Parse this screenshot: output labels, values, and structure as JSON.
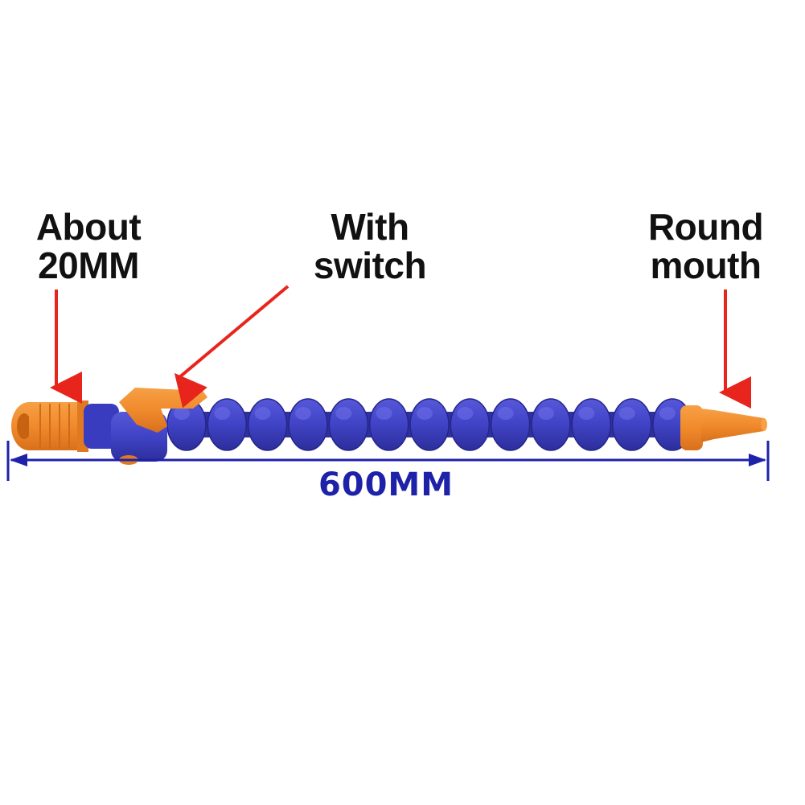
{
  "annotations": {
    "size": {
      "line1": "About",
      "line2": "20MM"
    },
    "switch": {
      "line1": "With",
      "line2": "switch"
    },
    "mouth": {
      "line1": "Round",
      "line2": "mouth"
    }
  },
  "dimension": {
    "label": "600MM"
  },
  "colors": {
    "hose_blue": "#3e3fc4",
    "hose_highlight": "#6d70e8",
    "fitting_orange": "#f08a2c",
    "arrow_red": "#e8251c",
    "dimension_blue": "#1e22a8"
  },
  "segment_count": 13
}
